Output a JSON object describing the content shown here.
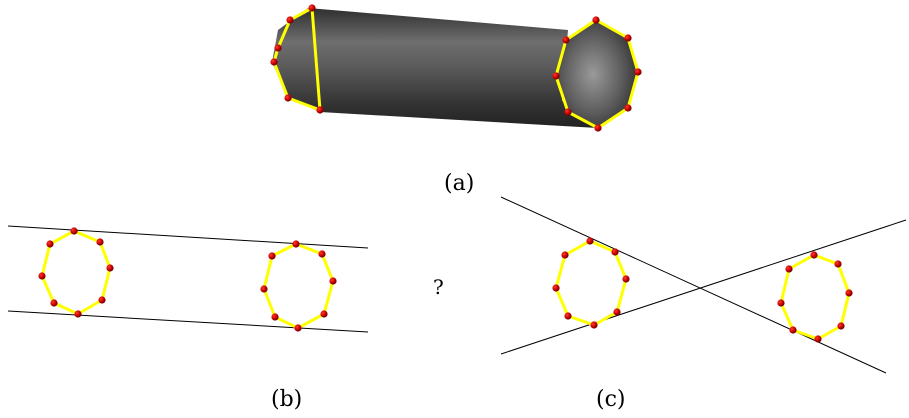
{
  "figure": {
    "captions": {
      "a": "(a)",
      "b": "(b)",
      "c": "(c)"
    },
    "question_mark": "?"
  },
  "colors": {
    "tube_dark": "#2a2a2a",
    "tube_mid": "#5a5a5a",
    "tube_light": "#7a7a7a",
    "polygon_edge": "#ffff00",
    "vertex_fill": "#cc0000",
    "vertex_dark": "#660000",
    "line": "#000000"
  }
}
